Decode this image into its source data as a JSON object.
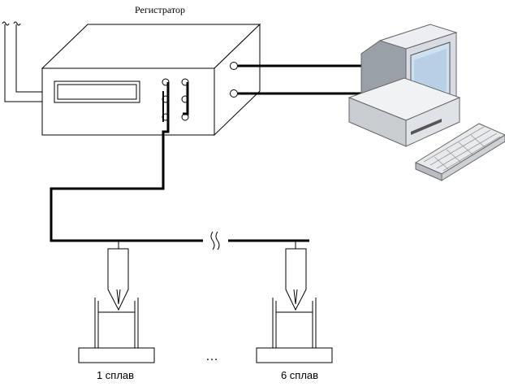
{
  "diagram": {
    "recorder_label": "Регистратор",
    "crucible_1_label": "1 сплав",
    "crucible_6_label": "6 сплав",
    "ellipsis_label": "…"
  }
}
